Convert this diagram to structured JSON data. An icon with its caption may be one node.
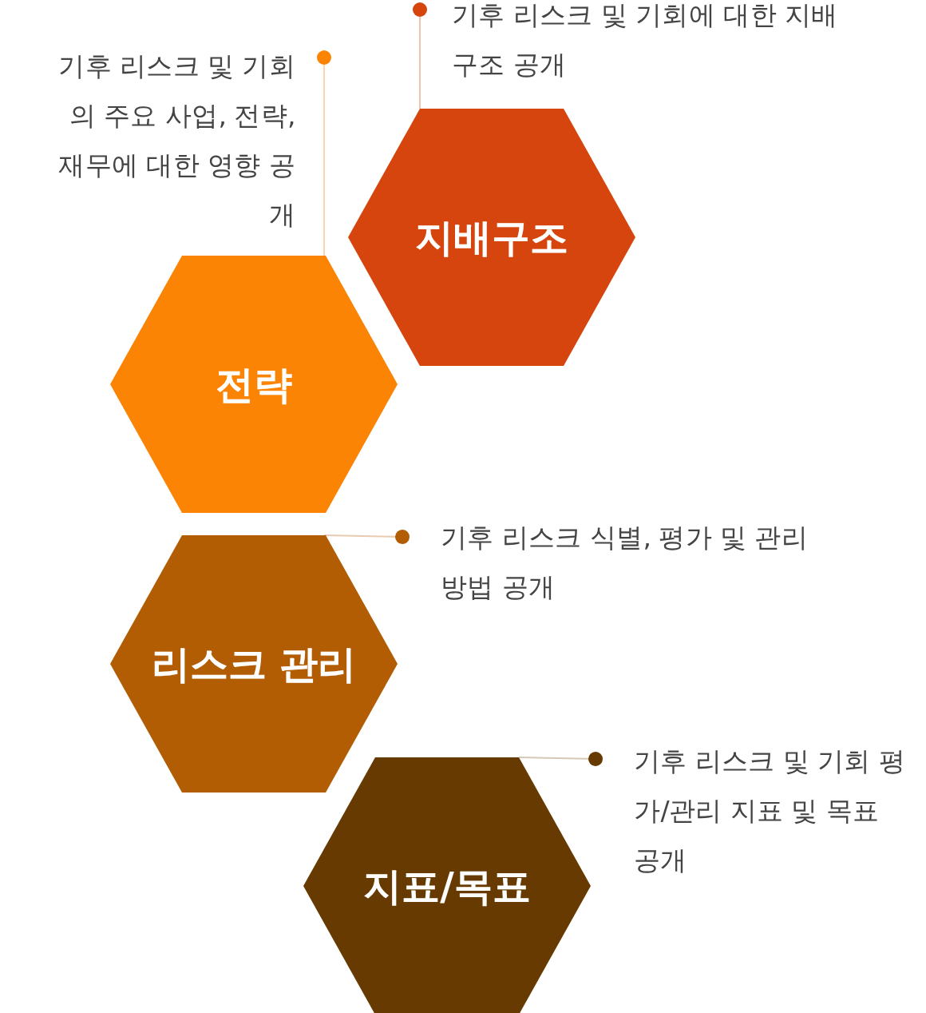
{
  "diagram": {
    "nodes": [
      {
        "text": [
          "기후 리스크 및 기회에 대한 지배구조 공개"
        ]
      },
      {
        "text": [
          "기후 리스크 및 기회의 주요 사업, 전략, 재무에 대한 영향 공개"
        ]
      },
      {
        "text": [
          "지배구조"
        ]
      },
      {
        "text": [
          "전략"
        ]
      },
      {
        "text": [
          "기후 리스크 식별, 평가 및 관리 방법 공개"
        ]
      },
      {
        "text": [
          "리스크 관리"
        ]
      },
      {
        "text": [
          "기후 리스크 및 기회 평가/관리 지표 및 목표 공개"
        ]
      },
      {
        "text": [
          "지표/목표"
        ]
      }
    ],
    "edges": [
      {
        "from": 0,
        "to": 2,
        "arrow": "other",
        "color": "#efc3ad"
      },
      {
        "from": 1,
        "to": 3,
        "arrow": "other",
        "color": "#fcd5ad"
      },
      {
        "from": 4,
        "to": 5,
        "arrow": "other",
        "color": "#e8cbb0"
      },
      {
        "from": 6,
        "to": 7,
        "arrow": "other",
        "color": "#d6c8b6"
      }
    ]
  }
}
